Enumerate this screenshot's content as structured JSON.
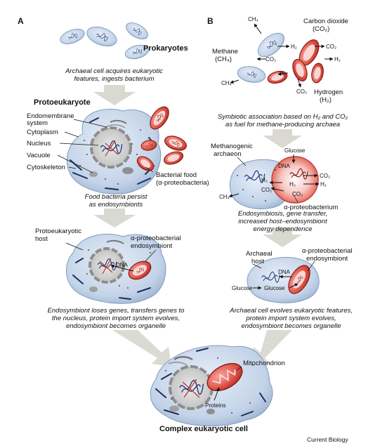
{
  "panel_a": {
    "letter": "A",
    "prokaryotes": "Prokaryotes",
    "step1": [
      "Archaeal cell acquires eukaryotic",
      "features, ingests bacterium"
    ],
    "protoeukaryote": "Protoeukaryote",
    "labels": {
      "endomembrane": [
        "Endomembrane",
        "system"
      ],
      "cytoplasm": "Cytoplasm",
      "nucleus": "Nucleus",
      "vacuole": "Vacuole",
      "cytoskeleton": "Cytoskeleton",
      "bacterial_food": [
        "Bacterial food",
        "(α-proteobacteria)"
      ]
    },
    "step2": [
      "Food bacteria persist",
      "as endosymbionts"
    ],
    "protoeukaryotic_host": [
      "Protoeukaryotic",
      "host"
    ],
    "endosymbiont": [
      "α-proteobacterial",
      "endosymbiont"
    ],
    "dna": "DNA",
    "step3": [
      "Endosymbiont loses genes, transfers genes to",
      "the nucleus, protein import system evolves,",
      "endosymbiont becomes organelle"
    ]
  },
  "panel_b": {
    "letter": "B",
    "ch4": "CH₄",
    "methane": [
      "Methane",
      "(CH₄)"
    ],
    "carbon_dioxide": [
      "Carbon dioxide",
      "(CO₂)"
    ],
    "hydrogen": [
      "Hydrogen",
      "(H₂)"
    ],
    "co2": "CO₂",
    "h2": "H₂",
    "step1": [
      "Symbiotic association based on H₂ and CO₂",
      "as fuel for methane-producing archaea"
    ],
    "methanogenic": [
      "Methanogenic",
      "archaeon"
    ],
    "glucose": "Glucose",
    "dna": "DNA",
    "alpha_proteobacterium": "α-proteobacterium",
    "step2": [
      "Endosymbiosis, gene transfer,",
      "increased host–endosymbiont",
      "energy dependence"
    ],
    "archaeal_host": [
      "Archaeal",
      "host"
    ],
    "endosymbiont": [
      "α-proteobacterial",
      "endosymbiont"
    ],
    "step3": [
      "Archaeal cell evolves eukaryotic features,",
      "protein import system evolves,",
      "endosymbiont becomes organelle"
    ]
  },
  "final": {
    "mitochondrion": "Mitochondrion",
    "proteins": "Proteins",
    "title": "Complex eukaryotic cell"
  },
  "credit": "Current Biology",
  "colors": {
    "cell_blue": "#c9d7ea",
    "cell_blue_dark": "#8ea8c9",
    "bacterium_red": "#e4574c",
    "bacterium_red_dark": "#8a1c14",
    "arrow_gray": "#d9d9d1",
    "cytoskeleton": "#1f2d5c",
    "dna_blue": "#2a4b9a"
  }
}
